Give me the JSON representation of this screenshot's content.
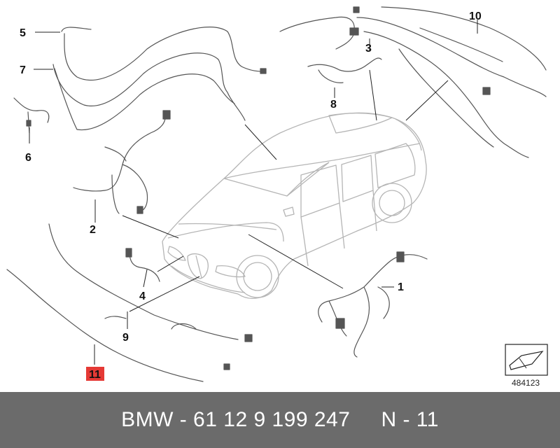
{
  "diagram": {
    "callouts": [
      {
        "id": "c1",
        "label": "1"
      },
      {
        "id": "c2",
        "label": "2"
      },
      {
        "id": "c3",
        "label": "3"
      },
      {
        "id": "c4",
        "label": "4"
      },
      {
        "id": "c5",
        "label": "5"
      },
      {
        "id": "c6",
        "label": "6"
      },
      {
        "id": "c7",
        "label": "7"
      },
      {
        "id": "c8",
        "label": "8"
      },
      {
        "id": "c9",
        "label": "9"
      },
      {
        "id": "c10",
        "label": "10"
      },
      {
        "id": "c11",
        "label": "11",
        "highlighted": true
      }
    ],
    "reference_number": "484123",
    "highlight_color": "#e53935",
    "line_color": "#555555",
    "car_outline_color": "#b5b5b5"
  },
  "footer": {
    "part_number": "BMW - 61 12 9 199 247",
    "position_label": "N - 11",
    "background_color": "#6b6b6b"
  }
}
